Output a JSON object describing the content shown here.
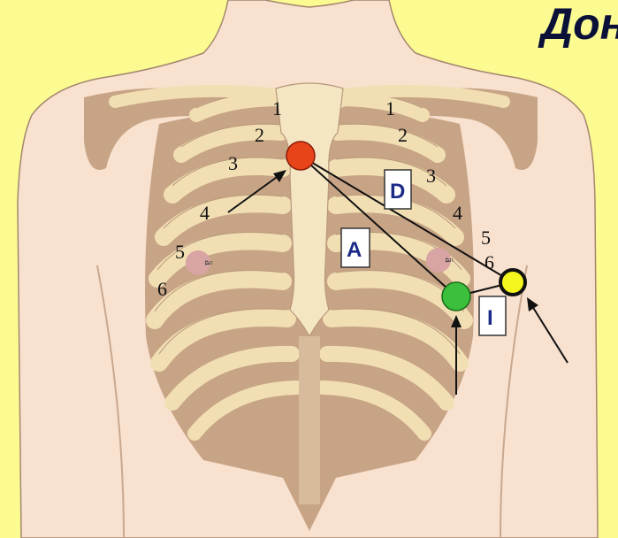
{
  "title": "Дон",
  "colors": {
    "background": "#fbfb92",
    "skin": "#f8e1cf",
    "rib": "#f1dfb3",
    "shadow": "#c8a486",
    "electrode_red": "#e8441a",
    "electrode_green": "#3cbf3c",
    "electrode_yellow": "#f5f51e"
  },
  "rib_numbers": {
    "left": [
      "1",
      "2",
      "3",
      "4",
      "5",
      "6"
    ],
    "right": [
      "1",
      "2",
      "3",
      "4",
      "5",
      "6"
    ]
  },
  "nipple_mark": "ä",
  "leads": [
    {
      "letter": "D",
      "from": "red",
      "to": "yellow"
    },
    {
      "letter": "A",
      "from": "red",
      "to": "green"
    },
    {
      "letter": "I",
      "from": "green",
      "to": "yellow"
    }
  ],
  "electrodes": [
    {
      "id": "red",
      "color": "#e8441a"
    },
    {
      "id": "green",
      "color": "#3cbf3c"
    },
    {
      "id": "yellow",
      "color": "#f5f51e"
    }
  ]
}
